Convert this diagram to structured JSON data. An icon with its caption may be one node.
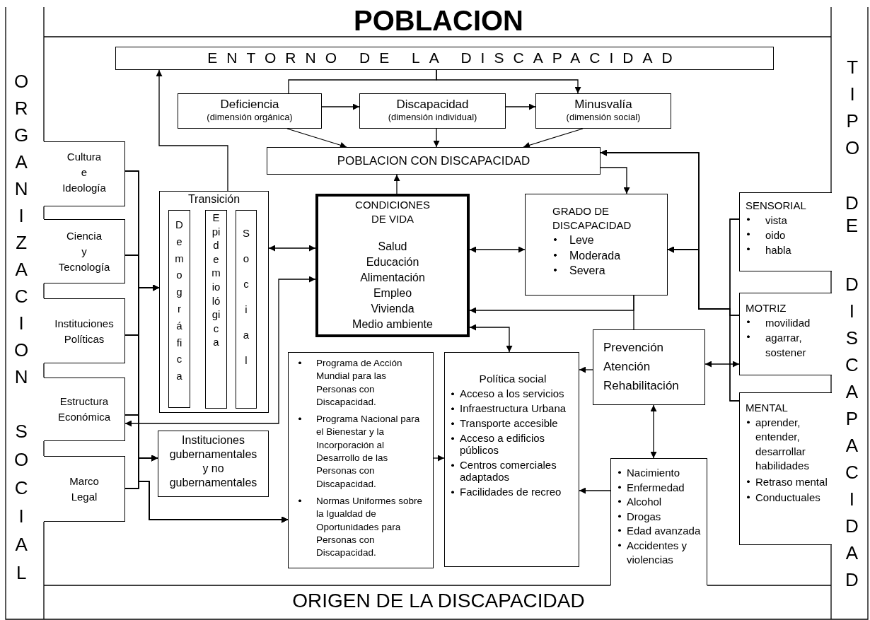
{
  "diagram": {
    "title": "POBLACION",
    "nodes": [
      {
        "text": [
          "ENTORNO DE LA DISCAPACIDAD"
        ]
      },
      {
        "text": [
          "Deficiencia",
          "(dimensión orgánica)"
        ]
      },
      {
        "text": [
          "Discapacidad",
          "(dimensión individual)"
        ]
      },
      {
        "text": [
          "Minusvalía",
          "(dimensión social)"
        ]
      },
      {
        "text": [
          "POBLACION CON DISCAPACIDAD"
        ]
      },
      {
        "text": [
          "Cultura e Ideología"
        ]
      },
      {
        "text": [
          "Ciencia y Tecnología"
        ]
      },
      {
        "text": [
          "Instituciones Políticas"
        ]
      },
      {
        "text": [
          "Estructura Económica"
        ]
      },
      {
        "text": [
          "Marco Legal"
        ]
      },
      {
        "text": [
          "Transición"
        ]
      },
      {
        "text": [
          "Demográfica"
        ],
        "in": 10
      },
      {
        "text": [
          "Epidemiológica"
        ],
        "in": 10
      },
      {
        "text": [
          "Social"
        ],
        "in": 10
      },
      {
        "text": [
          "CONDICIONES DE VIDA",
          "Salud",
          "Educación",
          "Alimentación",
          "Empleo",
          "Vivienda",
          "Medio ambiente"
        ]
      },
      {
        "text": [
          "GRADO DE DISCAPACIDAD",
          "Leve",
          "Moderada",
          "Severa"
        ]
      },
      {
        "text": [
          "Instituciones gubernamentales y no gubernamentales"
        ]
      },
      {
        "text": [
          "Programa de Acción Mundial para las Personas con Discapacidad.",
          "Programa Nacional para el Bienestar y la Incorporación al Desarrollo de las Personas con Discapacidad.",
          "Normas Uniformes sobre la Igualdad de Oportunidades para Personas con Discapacidad."
        ]
      },
      {
        "text": [
          "Política social",
          "Acceso a los servicios",
          "Infraestructura Urbana",
          "Transporte accesible",
          "Acceso a edificios públicos",
          "Centros comerciales adaptados",
          "Facilidades de recreo"
        ]
      },
      {
        "text": [
          "Prevención",
          "Atención",
          "Rehabilitación"
        ]
      },
      {
        "text": [
          "SENSORIAL",
          "vista",
          "oido",
          "habla"
        ]
      },
      {
        "text": [
          "MOTRIZ",
          "movilidad",
          "agarrar, sostener"
        ]
      },
      {
        "text": [
          "MENTAL",
          "aprender, entender, desarrollar habilidades",
          "Retraso mental",
          "Conductuales"
        ]
      },
      {
        "text": [
          "Nacimiento",
          "Enfermedad",
          "Alcohol",
          "Drogas",
          "Edad avanzada",
          "Accidentes y violencias"
        ]
      }
    ],
    "edges": [
      {
        "from": 0,
        "to": 1,
        "arrow": "none"
      },
      {
        "from": 0,
        "to": 3,
        "arrow": "to"
      },
      {
        "from": 1,
        "to": 2,
        "arrow": "to"
      },
      {
        "from": 2,
        "to": 3,
        "arrow": "to"
      },
      {
        "from": 1,
        "to": 4,
        "arrow": "to"
      },
      {
        "from": 2,
        "to": 4,
        "arrow": "to"
      },
      {
        "from": 3,
        "to": 4,
        "arrow": "to"
      },
      {
        "from": 14,
        "to": 4,
        "arrow": "to"
      },
      {
        "from": 4,
        "to": 15,
        "arrow": "to"
      },
      {
        "from": 10,
        "to": 0,
        "arrow": "to"
      },
      {
        "from": 10,
        "to": 14,
        "arrow": "both"
      },
      {
        "from": 14,
        "to": 15,
        "arrow": "both"
      },
      {
        "from": 15,
        "to": 14,
        "arrow": "to"
      },
      {
        "from": 15,
        "to": 19,
        "arrow": "none"
      },
      {
        "from": 14,
        "to": 18,
        "arrow": "both"
      },
      {
        "from": 19,
        "to": 18,
        "arrow": "to"
      },
      {
        "from": 19,
        "to": 23,
        "arrow": "both"
      },
      {
        "from": 23,
        "to": 18,
        "arrow": "to"
      },
      {
        "from": 17,
        "to": 18,
        "arrow": "to"
      },
      {
        "from": 14,
        "to": 8,
        "arrow": "both"
      },
      {
        "from": 19,
        "to": 21,
        "arrow": "both"
      },
      {
        "from": 5,
        "to": 10,
        "arrow": "to"
      },
      {
        "from": 5,
        "to": 16,
        "arrow": "to"
      },
      {
        "from": 5,
        "to": 17,
        "arrow": "to"
      },
      {
        "from": 6,
        "to": 10,
        "arrow": "to"
      },
      {
        "from": 6,
        "to": 16,
        "arrow": "to"
      },
      {
        "from": 6,
        "to": 17,
        "arrow": "to"
      },
      {
        "from": 7,
        "to": 10,
        "arrow": "to"
      },
      {
        "from": 7,
        "to": 16,
        "arrow": "to"
      },
      {
        "from": 7,
        "to": 17,
        "arrow": "to"
      },
      {
        "from": 8,
        "to": 10,
        "arrow": "to"
      },
      {
        "from": 8,
        "to": 16,
        "arrow": "to"
      },
      {
        "from": 8,
        "to": 17,
        "arrow": "to"
      },
      {
        "from": 9,
        "to": 10,
        "arrow": "to"
      },
      {
        "from": 9,
        "to": 16,
        "arrow": "to"
      },
      {
        "from": 9,
        "to": 17,
        "arrow": "to"
      },
      {
        "from": 20,
        "to": 4,
        "arrow": "to"
      },
      {
        "from": 20,
        "to": 15,
        "arrow": "to"
      },
      {
        "from": 21,
        "to": 4,
        "arrow": "to"
      },
      {
        "from": 21,
        "to": 15,
        "arrow": "to"
      },
      {
        "from": 22,
        "to": 4,
        "arrow": "to"
      },
      {
        "from": 22,
        "to": 15,
        "arrow": "to"
      }
    ],
    "labels": [
      "ORGANIZACION",
      "SOCIAL",
      "TIPO",
      "DE",
      "DISCAPACIDAD",
      "ORIGEN DE LA DISCAPACIDAD"
    ]
  }
}
